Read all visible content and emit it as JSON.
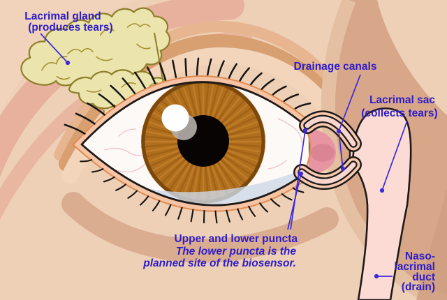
{
  "diagram": {
    "subject": "Tear (lacrimal) system of the human eye",
    "labels": {
      "lacrimal_gland": {
        "line1": "Lacrimal gland",
        "line2": "(produces tears)"
      },
      "drainage_canals": {
        "line1": "Drainage canals"
      },
      "lacrimal_sac": {
        "line1": "Lacrimal sac",
        "line2": "(collects tears)"
      },
      "puncta": {
        "line1": "Upper and lower puncta",
        "line2": "The lower puncta is the",
        "line3": "planned site of the biosensor."
      },
      "nasolacrimal_duct": {
        "line1": "Naso-",
        "line2": "lacrimal",
        "line3": "duct",
        "line4": "(drain)"
      }
    },
    "colors": {
      "label_blue": "#2e1dc8",
      "leader_blue": "#3a2ad8",
      "skin_base": "#eed0b6",
      "skin_dark_sweep": "#d8a78a",
      "gland_fill": "#ece4ad",
      "gland_outline": "#8c7e2a",
      "duct_pink": "#fbdbd3",
      "lid_band": "#f6c4a4",
      "caruncle_pink": "#e795a2",
      "iris_brown": "#b06f1e",
      "pupil_black": "#080404",
      "sclera_white": "#fdf9f6"
    }
  }
}
